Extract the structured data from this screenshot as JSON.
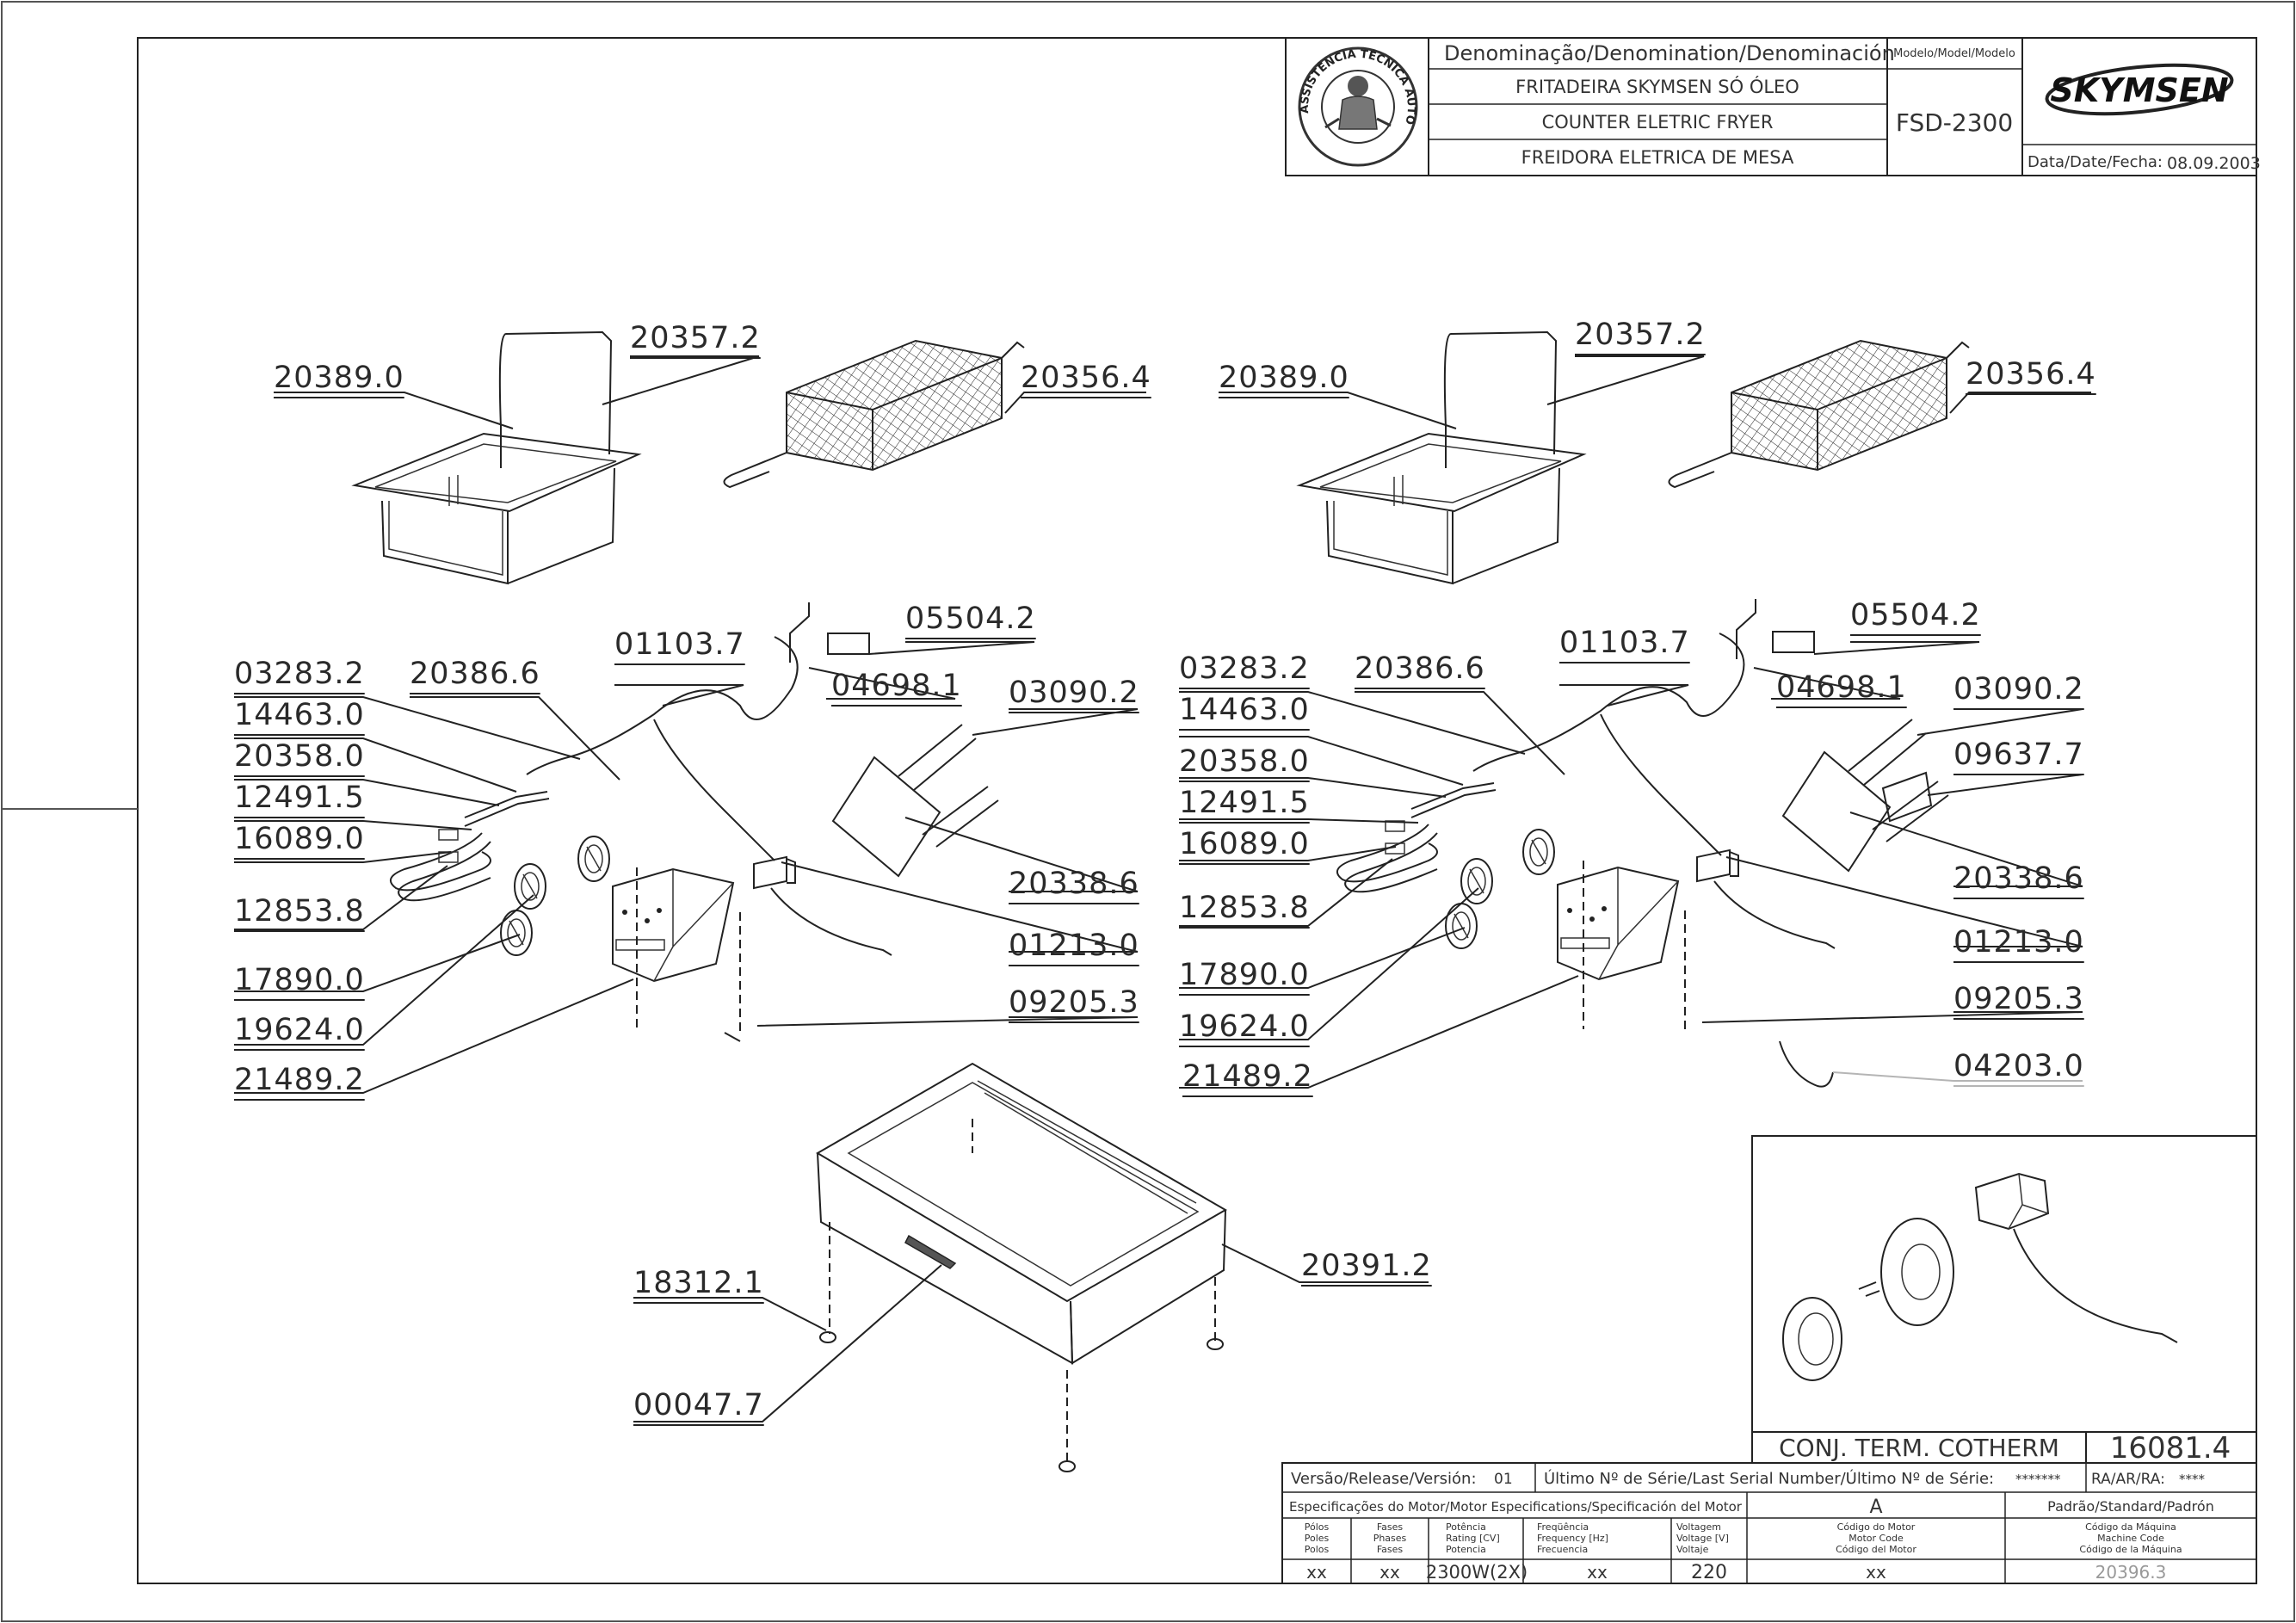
{
  "title_block": {
    "denomination_header": "Denominação/Denomination/Denominación",
    "name_pt": "FRITADEIRA SKYMSEN SÓ ÓLEO",
    "name_en": "COUNTER ELETRIC FRYER",
    "name_es": "FREIDORA ELETRICA DE MESA",
    "model_header": "Modelo/Model/Modelo",
    "model": "FSD-2300",
    "brand": "SKYMSEN",
    "seal_text": "ASSISTÊNCIA TÉCNICA AUTORIZADA",
    "date_label": "Data/Date/Fecha:",
    "date": "08.09.2003"
  },
  "parts_left": {
    "tank": "20389.0",
    "tank_rod": "20357.2",
    "basket": "20356.4",
    "p05504": "05504.2",
    "p01103": "01103.7",
    "p04698": "04698.1",
    "p03283": "03283.2",
    "p20386": "20386.6",
    "p03090": "03090.2",
    "p14463": "14463.0",
    "p20358": "20358.0",
    "p12491": "12491.5",
    "p16089": "16089.0",
    "p12853": "12853.8",
    "p20338": "20338.6",
    "p01213": "01213.0",
    "p17890": "17890.0",
    "p19624": "19624.0",
    "p09205": "09205.3",
    "p21489": "21489.2"
  },
  "parts_right": {
    "tank": "20389.0",
    "tank_rod": "20357.2",
    "basket": "20356.4",
    "p05504": "05504.2",
    "p01103": "01103.7",
    "p04698": "04698.1",
    "p03283": "03283.2",
    "p20386": "20386.6",
    "p03090": "03090.2",
    "p09637": "09637.7",
    "p14463": "14463.0",
    "p20358": "20358.0",
    "p12491": "12491.5",
    "p16089": "16089.0",
    "p12853": "12853.8",
    "p20338": "20338.6",
    "p01213": "01213.0",
    "p17890": "17890.0",
    "p19624": "19624.0",
    "p09205": "09205.3",
    "p21489": "21489.2",
    "p04203": "04203.0"
  },
  "parts_base": {
    "p20391": "20391.2",
    "p18312": "18312.1",
    "p00047": "00047.7"
  },
  "detail_box": {
    "caption": "CONJ. TERM. COTHERM",
    "code": "16081.4"
  },
  "bottom_block": {
    "version_label": "Versão/Release/Versión:",
    "version": "01",
    "serial_label": "Último Nº de Série/Last Serial Number/Último Nº de Série:",
    "serial": "*******",
    "ra_label": "RA/AR/RA:",
    "ra": "****",
    "motor_spec_label": "Especificações do Motor/Motor Especifications/Specificación del Motor",
    "motor_letter": "A",
    "standard_label": "Padrão/Standard/Padrón",
    "col_poles": [
      "Pólos",
      "Poles",
      "Polos"
    ],
    "col_phases": [
      "Fases",
      "Phases",
      "Fases"
    ],
    "col_power": [
      "Potência",
      "Rating [CV]",
      "Potencia"
    ],
    "col_freq": [
      "Freqüência",
      "Frequency [Hz]",
      "Frecuencia"
    ],
    "col_volt": [
      "Voltagem",
      "Voltage [V]",
      "Voltaje"
    ],
    "col_motor_code": [
      "Código do Motor",
      "Motor Code",
      "Código del Motor"
    ],
    "col_machine_code": [
      "Código da Máquina",
      "Machine Code",
      "Código de la Máquina"
    ],
    "val_poles": "xx",
    "val_phases": "xx",
    "val_power": "2300W(2X)",
    "val_freq": "xx",
    "val_volt": "220",
    "val_motor_code": "xx",
    "val_machine_code": "20396.3"
  }
}
